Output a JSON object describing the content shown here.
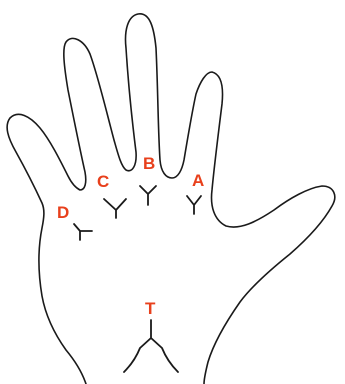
{
  "diagram": {
    "label_color": "#e8401c",
    "line_color": "#1a1a1a",
    "background": "#ffffff",
    "labels": {
      "a": "A",
      "b": "B",
      "c": "C",
      "d": "D",
      "t": "T"
    }
  }
}
